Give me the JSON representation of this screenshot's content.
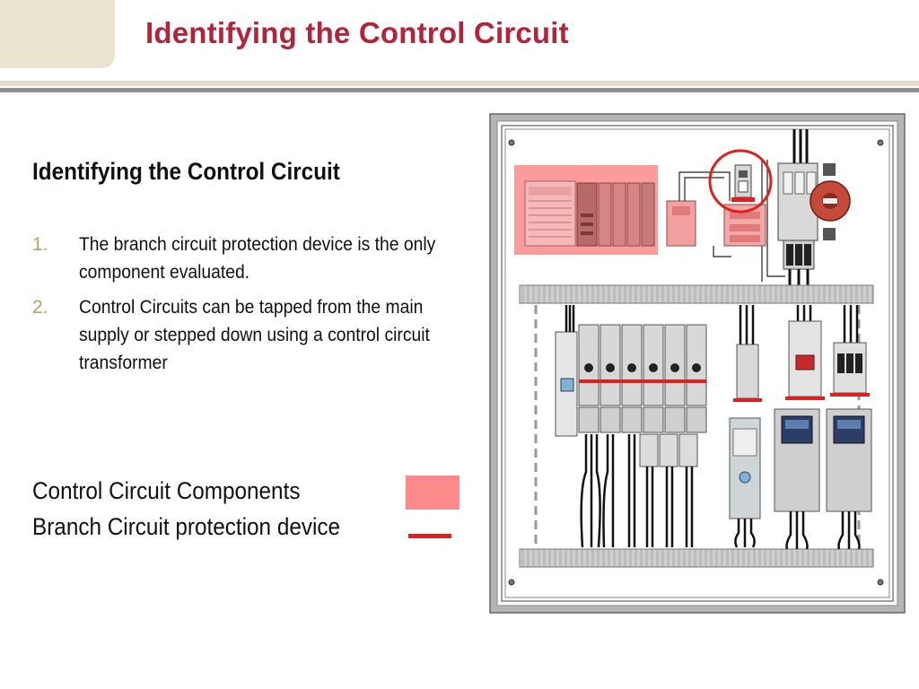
{
  "slide": {
    "title": "Identifying the Control Circuit",
    "subtitle": "Identifying the Control Circuit",
    "steps": [
      {
        "number": "1.",
        "text": "The branch circuit protection device is the only component evaluated."
      },
      {
        "number": "2.",
        "text": "Control Circuits can be tapped from the main supply or stepped down using a control circuit transformer"
      }
    ],
    "legend": [
      {
        "label": "Control Circuit Components",
        "swatch": "pink-fill",
        "color": "#fc8a8a"
      },
      {
        "label": "Branch Circuit protection device",
        "swatch": "red-line",
        "color": "#e0201f"
      }
    ]
  },
  "colors": {
    "title": "#b3233a",
    "number": "#b7a06a",
    "highlight": "#fc8a8a",
    "protection_line": "#e0201f",
    "panel_frame": "#8a8a8a"
  }
}
